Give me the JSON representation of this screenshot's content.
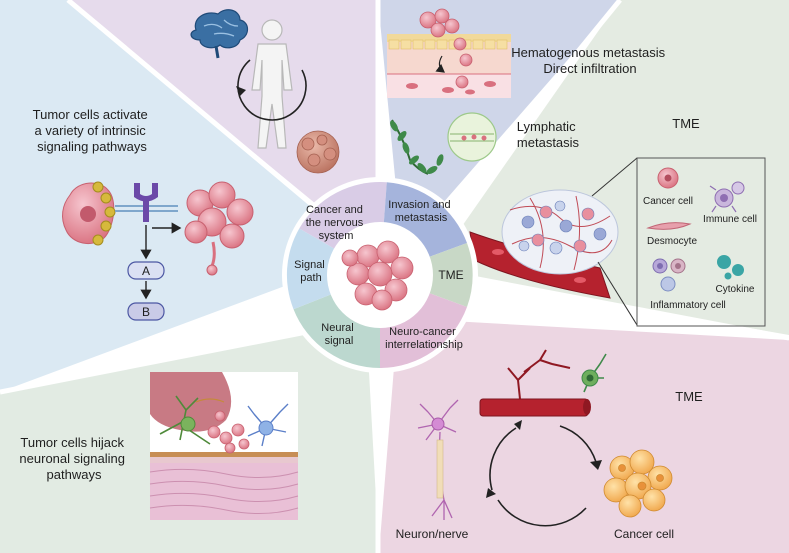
{
  "panels": {
    "signaling": {
      "text_lines": [
        "Tumor cells activate",
        "a variety of intrinsic",
        "signaling pathways"
      ],
      "node_a": "A",
      "node_b": "B"
    },
    "nervous_system": {},
    "metastasis": {
      "hematogenous": [
        "Hematogenous metastasis",
        "Direct infiltration"
      ],
      "lymphatic": [
        "Lymphatic",
        "metastasis"
      ]
    },
    "tme_top": {
      "title": "TME",
      "legend": {
        "cancer_cell": "Cancer cell",
        "immune_cell": "Immune cell",
        "desmocyte": "Desmocyte",
        "cytokine": "Cytokine",
        "inflammatory_cell": "Inflammatory cell"
      }
    },
    "neural": {
      "text_lines": [
        "Tumor cells hijack",
        "neuronal signaling",
        "pathways"
      ]
    },
    "tme_bottom": {
      "title": "TME",
      "neuron_label": "Neuron/nerve",
      "cancer_label": "Cancer cell"
    }
  },
  "center_ring": {
    "segments": {
      "cancer_nervous": [
        "Cancer and",
        "the nervous",
        "system"
      ],
      "invasion": [
        "Invasion and",
        "metastasis"
      ],
      "tme": "TME",
      "neuro_cancer": [
        "Neuro-cancer",
        "interrelationship"
      ],
      "neural_signal": [
        "Neural",
        "signal"
      ],
      "signal_path": [
        "Signal",
        "path"
      ]
    }
  },
  "colors": {
    "blue_panel": "#dbe9f3",
    "lilac_panel": "#e6dbec",
    "periwinkle_panel": "#cfd6e9",
    "green_panel": "#e4ebe2",
    "light_green_panel": "#e2ebe3",
    "pink_panel": "#ecd6e2",
    "ring_lilac": "#d9cce6",
    "ring_blue": "#a5b4dc",
    "ring_green": "#c8d8c6",
    "ring_pink": "#e2bfd8",
    "ring_teal": "#bcd8cf",
    "ring_lightblue": "#c4dcee",
    "cell_pink": "#e88f9e",
    "vessel_red": "#b5222e"
  }
}
